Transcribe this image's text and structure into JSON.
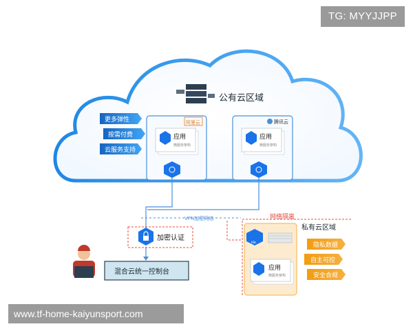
{
  "header_tag": "TG: MYYJJPP",
  "footer_url": "www.tf-home-kaiyunsport.com",
  "public_cloud": {
    "title": "公有云区域",
    "features": [
      "更多弹性",
      "按需付费",
      "云服务支持"
    ],
    "providers": [
      {
        "name": "阿里云",
        "app_label": "应用",
        "app_sub": "微服务架构"
      },
      {
        "name": "腾讯云",
        "app_label": "应用",
        "app_sub": "微服务架构"
      }
    ]
  },
  "vpn_label": "VPN加密网络",
  "isolation_label": "网络隔离",
  "private_cloud": {
    "title": "私有云区域",
    "app_label": "应用",
    "app_sub": "微服务架构",
    "node_label": "K8s",
    "features": [
      "隐私数据",
      "自主可控",
      "安全合规"
    ]
  },
  "auth_label": "加密认证",
  "console_label": "混合云统一控制台",
  "colors": {
    "cloud_blue": "#2f8ff0",
    "accent_blue": "#1a73e8",
    "orange": "#f5a623",
    "console_fill": "#cfe6f0"
  }
}
